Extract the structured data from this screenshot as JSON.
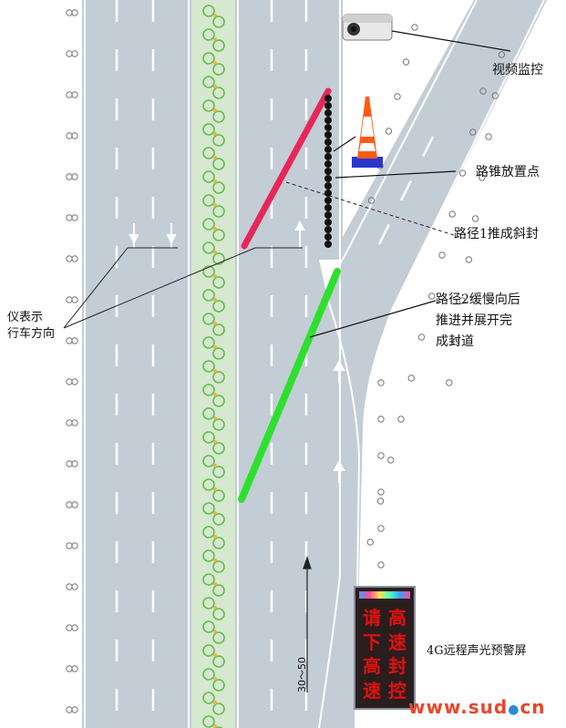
{
  "labels": {
    "camera": "视频监控",
    "cone_point": "路锥放置点",
    "path1": "路径1推成斜封",
    "path2": "路径2缓慢向后\n推进并展开完\n成封道",
    "direction": "仪表示\n行车方向",
    "vms": "4G远程声光预警屏",
    "speed": "30～50"
  },
  "vms_text": {
    "left": [
      "请",
      "下",
      "高",
      "速"
    ],
    "right": [
      "高",
      "速",
      "封",
      "控"
    ]
  },
  "watermark": {
    "pre": "www.su",
    "d": "d",
    "dot": "●",
    "post": "cn"
  },
  "colors": {
    "road": "#c3cdd6",
    "median": "#cfe3c9",
    "path1": "#e8265a",
    "path2": "#2ee02e",
    "cone": "#ff5a14"
  }
}
